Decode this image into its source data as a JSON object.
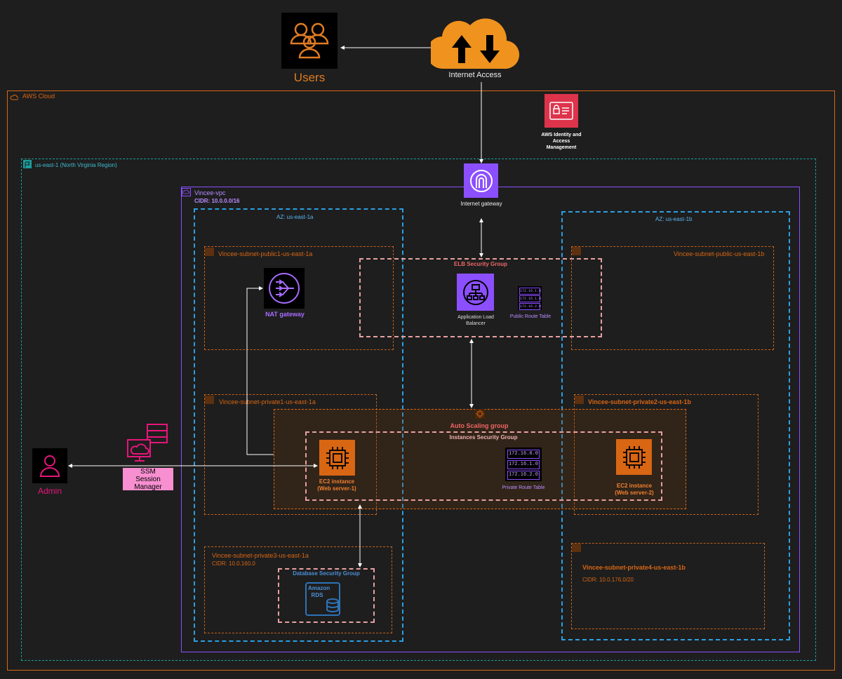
{
  "users": {
    "label": "Users"
  },
  "internet": {
    "label": "Internet Access"
  },
  "aws_cloud": {
    "label": "AWS Cloud"
  },
  "iam": {
    "label": "AWS Identity and Access Management"
  },
  "region": {
    "label": "us-east-1 (North Virginia Region)"
  },
  "igw": {
    "label": "Internet gateway"
  },
  "vpc": {
    "label": "Vincee-vpc",
    "cidr": "CIDR: 10.0.0.0/16"
  },
  "az_a": {
    "label": "AZ: us-east-1a"
  },
  "az_b": {
    "label": "AZ: us-east-1b"
  },
  "subnet_public1": {
    "label": "Vincee-subnet-public1-us-east-1a"
  },
  "subnet_public_b": {
    "label": "Vincee-subnet-public-us-east-1b"
  },
  "nat": {
    "label": "NAT gateway"
  },
  "elb_sg": {
    "label": "ELB Security Group"
  },
  "alb": {
    "label": "Application Load Balancer"
  },
  "public_rt": {
    "label": "Public Route Table",
    "rows": [
      "172.16.1.0",
      "172.16.1.0",
      "172.16.2.0"
    ]
  },
  "subnet_private1": {
    "label": "Vincee-subnet-private1-us-east-1a"
  },
  "subnet_private2": {
    "label": "Vincee-subnet-private2-us-east-1b"
  },
  "asg": {
    "label": "Auto Scaling group"
  },
  "instances_sg": {
    "label": "Instances Security Group"
  },
  "ec2_1": {
    "label": "EC2 instance",
    "sub": "(Web server-1)"
  },
  "ec2_2": {
    "label": "EC2 instance",
    "sub": "(Web server-2)"
  },
  "private_rt": {
    "label": "Private Route Table",
    "rows": [
      "172.16.0.0",
      "172.16.1.0",
      "172.16.2.0"
    ]
  },
  "admin": {
    "label": "Admin"
  },
  "ssm": {
    "label": "SSM Session Manager"
  },
  "subnet_private3": {
    "label": "Vincee-subnet-private3-us-east-1a",
    "cidr": "CIDR: 10.0.160.0"
  },
  "db_sg": {
    "label": "Database Security Group"
  },
  "rds": {
    "label": "Amazon RDS"
  },
  "subnet_private4": {
    "label": "Vincee-subnet-private4-us-east-1b",
    "cidr": "CIDR: 10.0.176.0/20"
  },
  "colors": {
    "aws_orange": "#d86613",
    "vpc_purple": "#8c4fff",
    "az_blue": "#2d9ee0",
    "region_teal": "#1b9e9e",
    "sg_red": "#e07070",
    "iam_red": "#dd344c",
    "ssm_pink": "#e7157b",
    "rds_blue": "#2e73b8"
  }
}
